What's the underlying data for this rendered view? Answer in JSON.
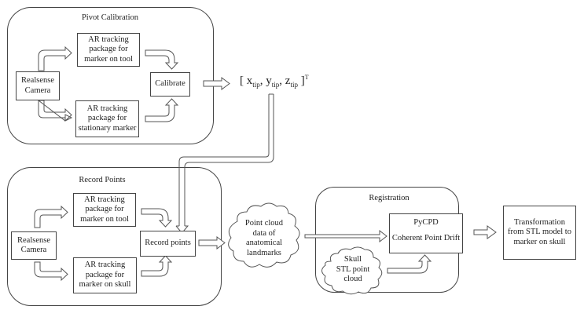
{
  "diagram": {
    "pivot_calibration": {
      "title": "Pivot Calibration",
      "camera": "Realsense\nCamera",
      "ar_tool": "AR tracking\npackage for\nmarker on tool",
      "ar_stationary": "AR tracking\npackage for\nstationary marker",
      "calibrate": "Calibrate"
    },
    "tip_vector": {
      "open": "[",
      "x": "x",
      "y": "y",
      "z": "z",
      "sub": "tip",
      "sep": ",",
      "close": "]",
      "sup": "T"
    },
    "record_points": {
      "title": "Record Points",
      "camera": "Realsense\nCamera",
      "ar_tool": "AR tracking\npackage for\nmarker on tool",
      "ar_skull": "AR tracking\npackage for\nmarker on skull",
      "record": "Record points"
    },
    "point_cloud": "Point cloud\ndata of\nanatomical\nlandmarks",
    "registration": {
      "title": "Registration",
      "pycpd": "PyCPD",
      "cpd": "Coherent Point Drift",
      "skull_cloud": "Skull\nSTL point\ncloud"
    },
    "output": "Transformation\nfrom STL model to\nmarker on skull"
  }
}
